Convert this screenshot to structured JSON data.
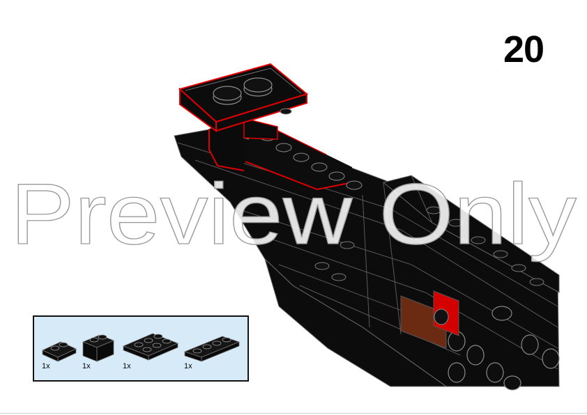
{
  "step": {
    "number": "20"
  },
  "watermark": {
    "text": "Preview Only"
  },
  "parts_list": {
    "items": [
      {
        "quantity": "1x",
        "icon": "plate-1x2-icon",
        "color": "#111111"
      },
      {
        "quantity": "1x",
        "icon": "brick-1x2-icon",
        "color": "#111111"
      },
      {
        "quantity": "1x",
        "icon": "plate-2x3-icon",
        "color": "#111111"
      },
      {
        "quantity": "1x",
        "icon": "plate-1x4-icon",
        "color": "#111111"
      }
    ]
  },
  "colors": {
    "part_color": "#111111",
    "new_part_outline": "#e00000",
    "parts_panel_bg": "#d6ebf7",
    "accent_red": "#d40000",
    "accent_brown": "#6b2a12"
  }
}
